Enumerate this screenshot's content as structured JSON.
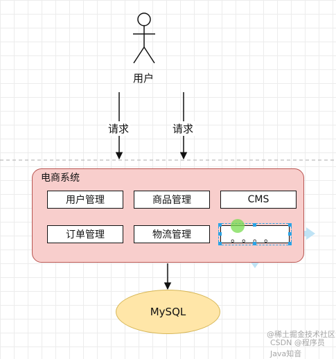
{
  "actor": {
    "label": "用户"
  },
  "requests": [
    {
      "label": "请求"
    },
    {
      "label": "请求"
    }
  ],
  "system": {
    "title": "电商系统",
    "modules": [
      "用户管理",
      "商品管理",
      "CMS",
      "订单管理",
      "物流管理"
    ],
    "selected_box_text": "。。。。"
  },
  "database": {
    "label": "MySQL"
  },
  "watermark": {
    "line1": "@稀土掘金技术社区",
    "line2": "CSDN @程序员Java知音"
  },
  "colors": {
    "system_fill": "#f8cecc",
    "system_border": "#b85450",
    "db_fill": "#ffe6a8",
    "db_border": "#d6b656",
    "selection": "#29a3e6"
  }
}
